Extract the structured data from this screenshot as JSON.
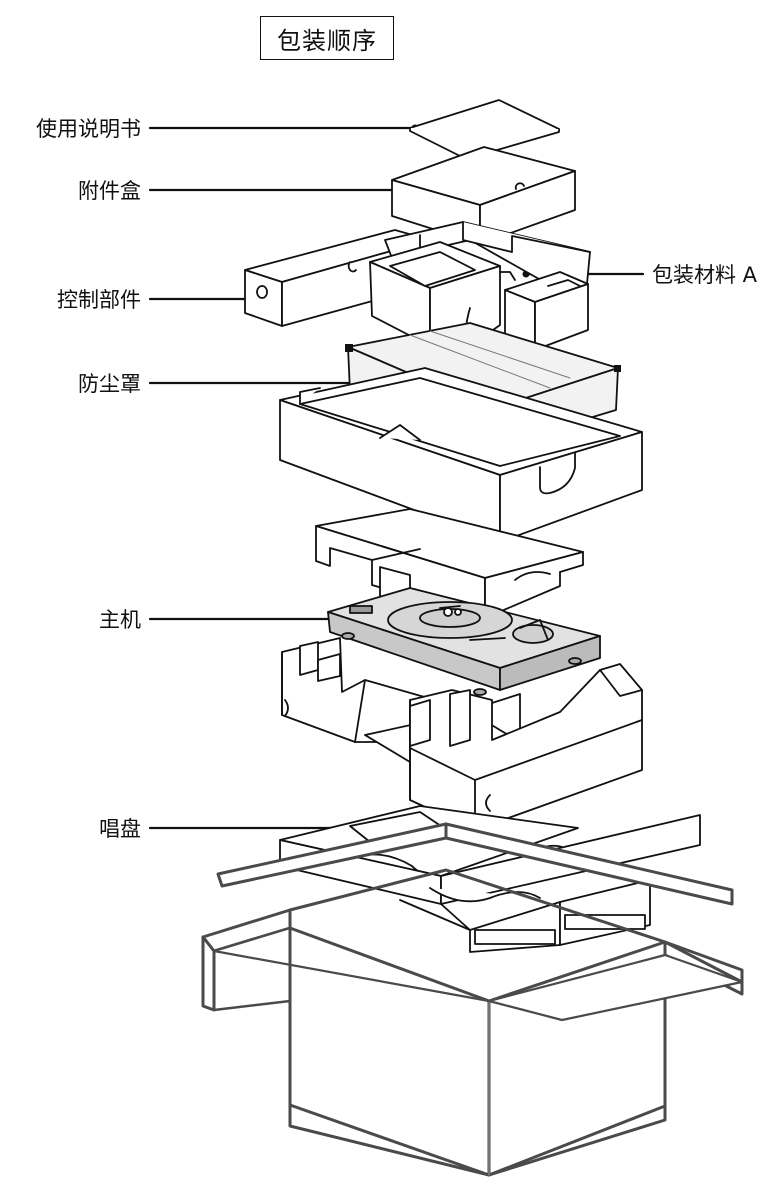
{
  "title": "包装顺序",
  "labels": {
    "manual": "使用说明书",
    "accessory_box": "附件盒",
    "control_parts": "控制部件",
    "dust_cover": "防尘罩",
    "main_unit": "主机",
    "platter": "唱盘",
    "packing_material_a": "包装材料 A"
  }
}
